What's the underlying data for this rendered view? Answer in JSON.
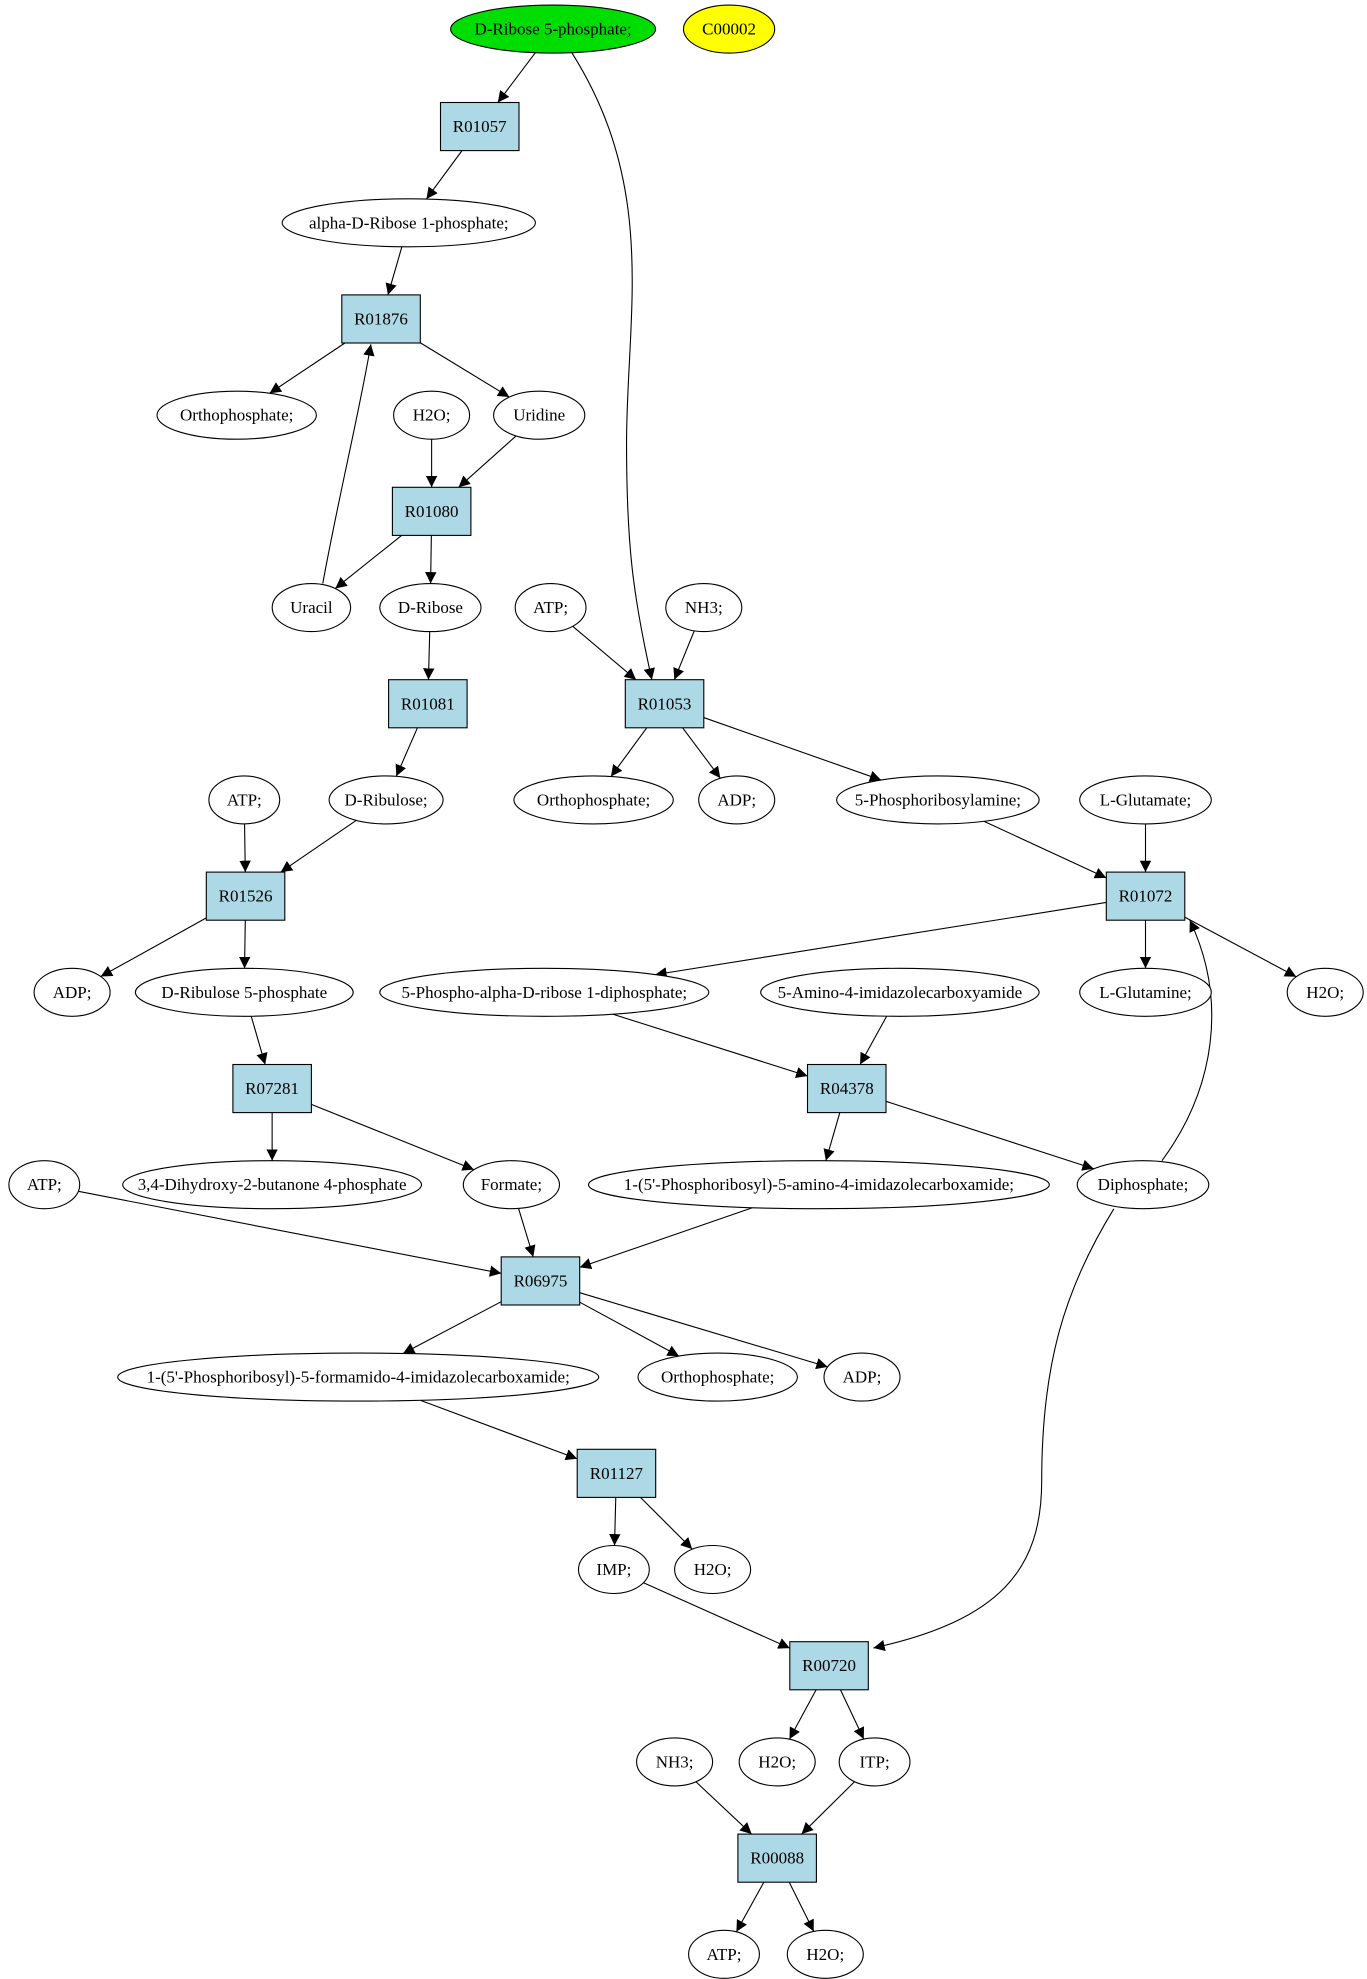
{
  "colors": {
    "start_compound": "#00dd00",
    "query_compound": "#ffff00",
    "reaction": "#add8e6",
    "compound": "#ffffff",
    "stroke": "#000000"
  },
  "nodes": [
    {
      "id": "d_ribose_5p",
      "label": "D-Ribose 5-phosphate;",
      "kind": "start"
    },
    {
      "id": "c00002",
      "label": "C00002",
      "kind": "query"
    },
    {
      "id": "r01057",
      "label": "R01057",
      "kind": "reaction"
    },
    {
      "id": "a_d_ribose_1p",
      "label": "alpha-D-Ribose 1-phosphate;",
      "kind": "compound"
    },
    {
      "id": "r01876",
      "label": "R01876",
      "kind": "reaction"
    },
    {
      "id": "orthophosphate_1",
      "label": "Orthophosphate;",
      "kind": "compound"
    },
    {
      "id": "h2o_1",
      "label": "H2O;",
      "kind": "compound"
    },
    {
      "id": "uridine",
      "label": "Uridine",
      "kind": "compound"
    },
    {
      "id": "r01080",
      "label": "R01080",
      "kind": "reaction"
    },
    {
      "id": "uracil",
      "label": "Uracil",
      "kind": "compound"
    },
    {
      "id": "d_ribose",
      "label": "D-Ribose",
      "kind": "compound"
    },
    {
      "id": "atp_1",
      "label": "ATP;",
      "kind": "compound"
    },
    {
      "id": "nh3_1",
      "label": "NH3;",
      "kind": "compound"
    },
    {
      "id": "r01081",
      "label": "R01081",
      "kind": "reaction"
    },
    {
      "id": "r01053",
      "label": "R01053",
      "kind": "reaction"
    },
    {
      "id": "atp_2",
      "label": "ATP;",
      "kind": "compound"
    },
    {
      "id": "d_ribulose",
      "label": "D-Ribulose;",
      "kind": "compound"
    },
    {
      "id": "orthophosphate_2",
      "label": "Orthophosphate;",
      "kind": "compound"
    },
    {
      "id": "adp_1",
      "label": "ADP;",
      "kind": "compound"
    },
    {
      "id": "phosphoribosylamine",
      "label": "5-Phosphoribosylamine;",
      "kind": "compound"
    },
    {
      "id": "l_glutamate",
      "label": "L-Glutamate;",
      "kind": "compound"
    },
    {
      "id": "r01526",
      "label": "R01526",
      "kind": "reaction"
    },
    {
      "id": "r01072",
      "label": "R01072",
      "kind": "reaction"
    },
    {
      "id": "adp_2",
      "label": "ADP;",
      "kind": "compound"
    },
    {
      "id": "d_ribulose_5p",
      "label": "D-Ribulose 5-phosphate",
      "kind": "compound"
    },
    {
      "id": "prpp",
      "label": "5-Phospho-alpha-D-ribose 1-diphosphate;",
      "kind": "compound"
    },
    {
      "id": "aica",
      "label": "5-Amino-4-imidazolecarboxyamide",
      "kind": "compound"
    },
    {
      "id": "l_glutamine",
      "label": "L-Glutamine;",
      "kind": "compound"
    },
    {
      "id": "h2o_2",
      "label": "H2O;",
      "kind": "compound"
    },
    {
      "id": "r07281",
      "label": "R07281",
      "kind": "reaction"
    },
    {
      "id": "r04378",
      "label": "R04378",
      "kind": "reaction"
    },
    {
      "id": "atp_3",
      "label": "ATP;",
      "kind": "compound"
    },
    {
      "id": "dhbp",
      "label": "3,4-Dihydroxy-2-butanone 4-phosphate",
      "kind": "compound"
    },
    {
      "id": "formate",
      "label": "Formate;",
      "kind": "compound"
    },
    {
      "id": "aicar",
      "label": "1-(5'-Phosphoribosyl)-5-amino-4-imidazolecarboxamide;",
      "kind": "compound"
    },
    {
      "id": "diphosphate",
      "label": "Diphosphate;",
      "kind": "compound"
    },
    {
      "id": "r06975",
      "label": "R06975",
      "kind": "reaction"
    },
    {
      "id": "faicar",
      "label": "1-(5'-Phosphoribosyl)-5-formamido-4-imidazolecarboxamide;",
      "kind": "compound"
    },
    {
      "id": "orthophosphate_3",
      "label": "Orthophosphate;",
      "kind": "compound"
    },
    {
      "id": "adp_3",
      "label": "ADP;",
      "kind": "compound"
    },
    {
      "id": "r01127",
      "label": "R01127",
      "kind": "reaction"
    },
    {
      "id": "imp",
      "label": "IMP;",
      "kind": "compound"
    },
    {
      "id": "h2o_3",
      "label": "H2O;",
      "kind": "compound"
    },
    {
      "id": "r00720",
      "label": "R00720",
      "kind": "reaction"
    },
    {
      "id": "nh3_2",
      "label": "NH3;",
      "kind": "compound"
    },
    {
      "id": "h2o_4",
      "label": "H2O;",
      "kind": "compound"
    },
    {
      "id": "itp",
      "label": "ITP;",
      "kind": "compound"
    },
    {
      "id": "r00088",
      "label": "R00088",
      "kind": "reaction"
    },
    {
      "id": "atp_4",
      "label": "ATP;",
      "kind": "compound"
    },
    {
      "id": "h2o_5",
      "label": "H2O;",
      "kind": "compound"
    }
  ],
  "edges": [
    {
      "from": "d_ribose_5p",
      "to": "r01057"
    },
    {
      "from": "d_ribose_5p",
      "to": "r01053"
    },
    {
      "from": "r01057",
      "to": "a_d_ribose_1p"
    },
    {
      "from": "a_d_ribose_1p",
      "to": "r01876"
    },
    {
      "from": "r01876",
      "to": "orthophosphate_1"
    },
    {
      "from": "r01876",
      "to": "uridine"
    },
    {
      "from": "uracil",
      "to": "r01876"
    },
    {
      "from": "h2o_1",
      "to": "r01080"
    },
    {
      "from": "uridine",
      "to": "r01080"
    },
    {
      "from": "r01080",
      "to": "uracil"
    },
    {
      "from": "r01080",
      "to": "d_ribose"
    },
    {
      "from": "d_ribose",
      "to": "r01081"
    },
    {
      "from": "r01081",
      "to": "d_ribulose"
    },
    {
      "from": "atp_1",
      "to": "r01053"
    },
    {
      "from": "nh3_1",
      "to": "r01053"
    },
    {
      "from": "r01053",
      "to": "orthophosphate_2"
    },
    {
      "from": "r01053",
      "to": "adp_1"
    },
    {
      "from": "r01053",
      "to": "phosphoribosylamine"
    },
    {
      "from": "atp_2",
      "to": "r01526"
    },
    {
      "from": "d_ribulose",
      "to": "r01526"
    },
    {
      "from": "r01526",
      "to": "adp_2"
    },
    {
      "from": "r01526",
      "to": "d_ribulose_5p"
    },
    {
      "from": "phosphoribosylamine",
      "to": "r01072"
    },
    {
      "from": "l_glutamate",
      "to": "r01072"
    },
    {
      "from": "r01072",
      "to": "prpp"
    },
    {
      "from": "r01072",
      "to": "l_glutamine"
    },
    {
      "from": "r01072",
      "to": "h2o_2"
    },
    {
      "from": "diphosphate",
      "to": "r01072"
    },
    {
      "from": "d_ribulose_5p",
      "to": "r07281"
    },
    {
      "from": "r07281",
      "to": "dhbp"
    },
    {
      "from": "r07281",
      "to": "formate"
    },
    {
      "from": "prpp",
      "to": "r04378"
    },
    {
      "from": "aica",
      "to": "r04378"
    },
    {
      "from": "r04378",
      "to": "aicar"
    },
    {
      "from": "r04378",
      "to": "diphosphate"
    },
    {
      "from": "atp_3",
      "to": "r06975"
    },
    {
      "from": "formate",
      "to": "r06975"
    },
    {
      "from": "aicar",
      "to": "r06975"
    },
    {
      "from": "r06975",
      "to": "faicar"
    },
    {
      "from": "r06975",
      "to": "orthophosphate_3"
    },
    {
      "from": "r06975",
      "to": "adp_3"
    },
    {
      "from": "faicar",
      "to": "r01127"
    },
    {
      "from": "r01127",
      "to": "imp"
    },
    {
      "from": "r01127",
      "to": "h2o_3"
    },
    {
      "from": "imp",
      "to": "r00720"
    },
    {
      "from": "diphosphate",
      "to": "r00720"
    },
    {
      "from": "r00720",
      "to": "h2o_4"
    },
    {
      "from": "r00720",
      "to": "itp"
    },
    {
      "from": "nh3_2",
      "to": "r00088"
    },
    {
      "from": "itp",
      "to": "r00088"
    },
    {
      "from": "r00088",
      "to": "atp_4"
    },
    {
      "from": "r00088",
      "to": "h2o_5"
    }
  ]
}
